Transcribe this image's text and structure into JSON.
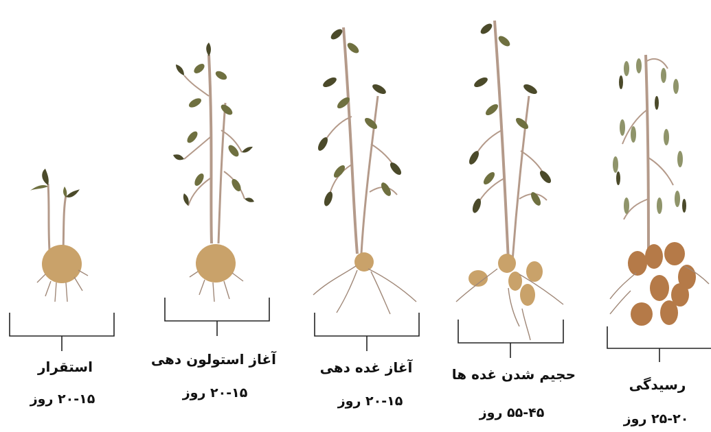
{
  "stages": [
    {
      "name": "استقرار",
      "duration": "۲۰-۱۵ روز",
      "tubers": 1
    },
    {
      "name": "آغاز استولون دهی",
      "duration": "۲۰-۱۵ روز",
      "tubers": 1
    },
    {
      "name": "آغاز غده دهی",
      "duration": "۲۰-۱۵ روز",
      "tubers": 1
    },
    {
      "name": "حجیم شدن غده ها",
      "duration": "۵۵-۴۵ روز",
      "tubers": 5
    },
    {
      "name": "رسیدگی",
      "duration": "۲۵-۲۰ روز",
      "tubers": 8
    }
  ],
  "colors": {
    "leaf_dark": "#4b4a2a",
    "leaf_olive": "#6f7040",
    "leaf_light": "#8f946a",
    "stem": "#b49a8a",
    "tuber": "#c9a26a",
    "tuber_mature": "#b57a48",
    "bracket": "#222222"
  }
}
